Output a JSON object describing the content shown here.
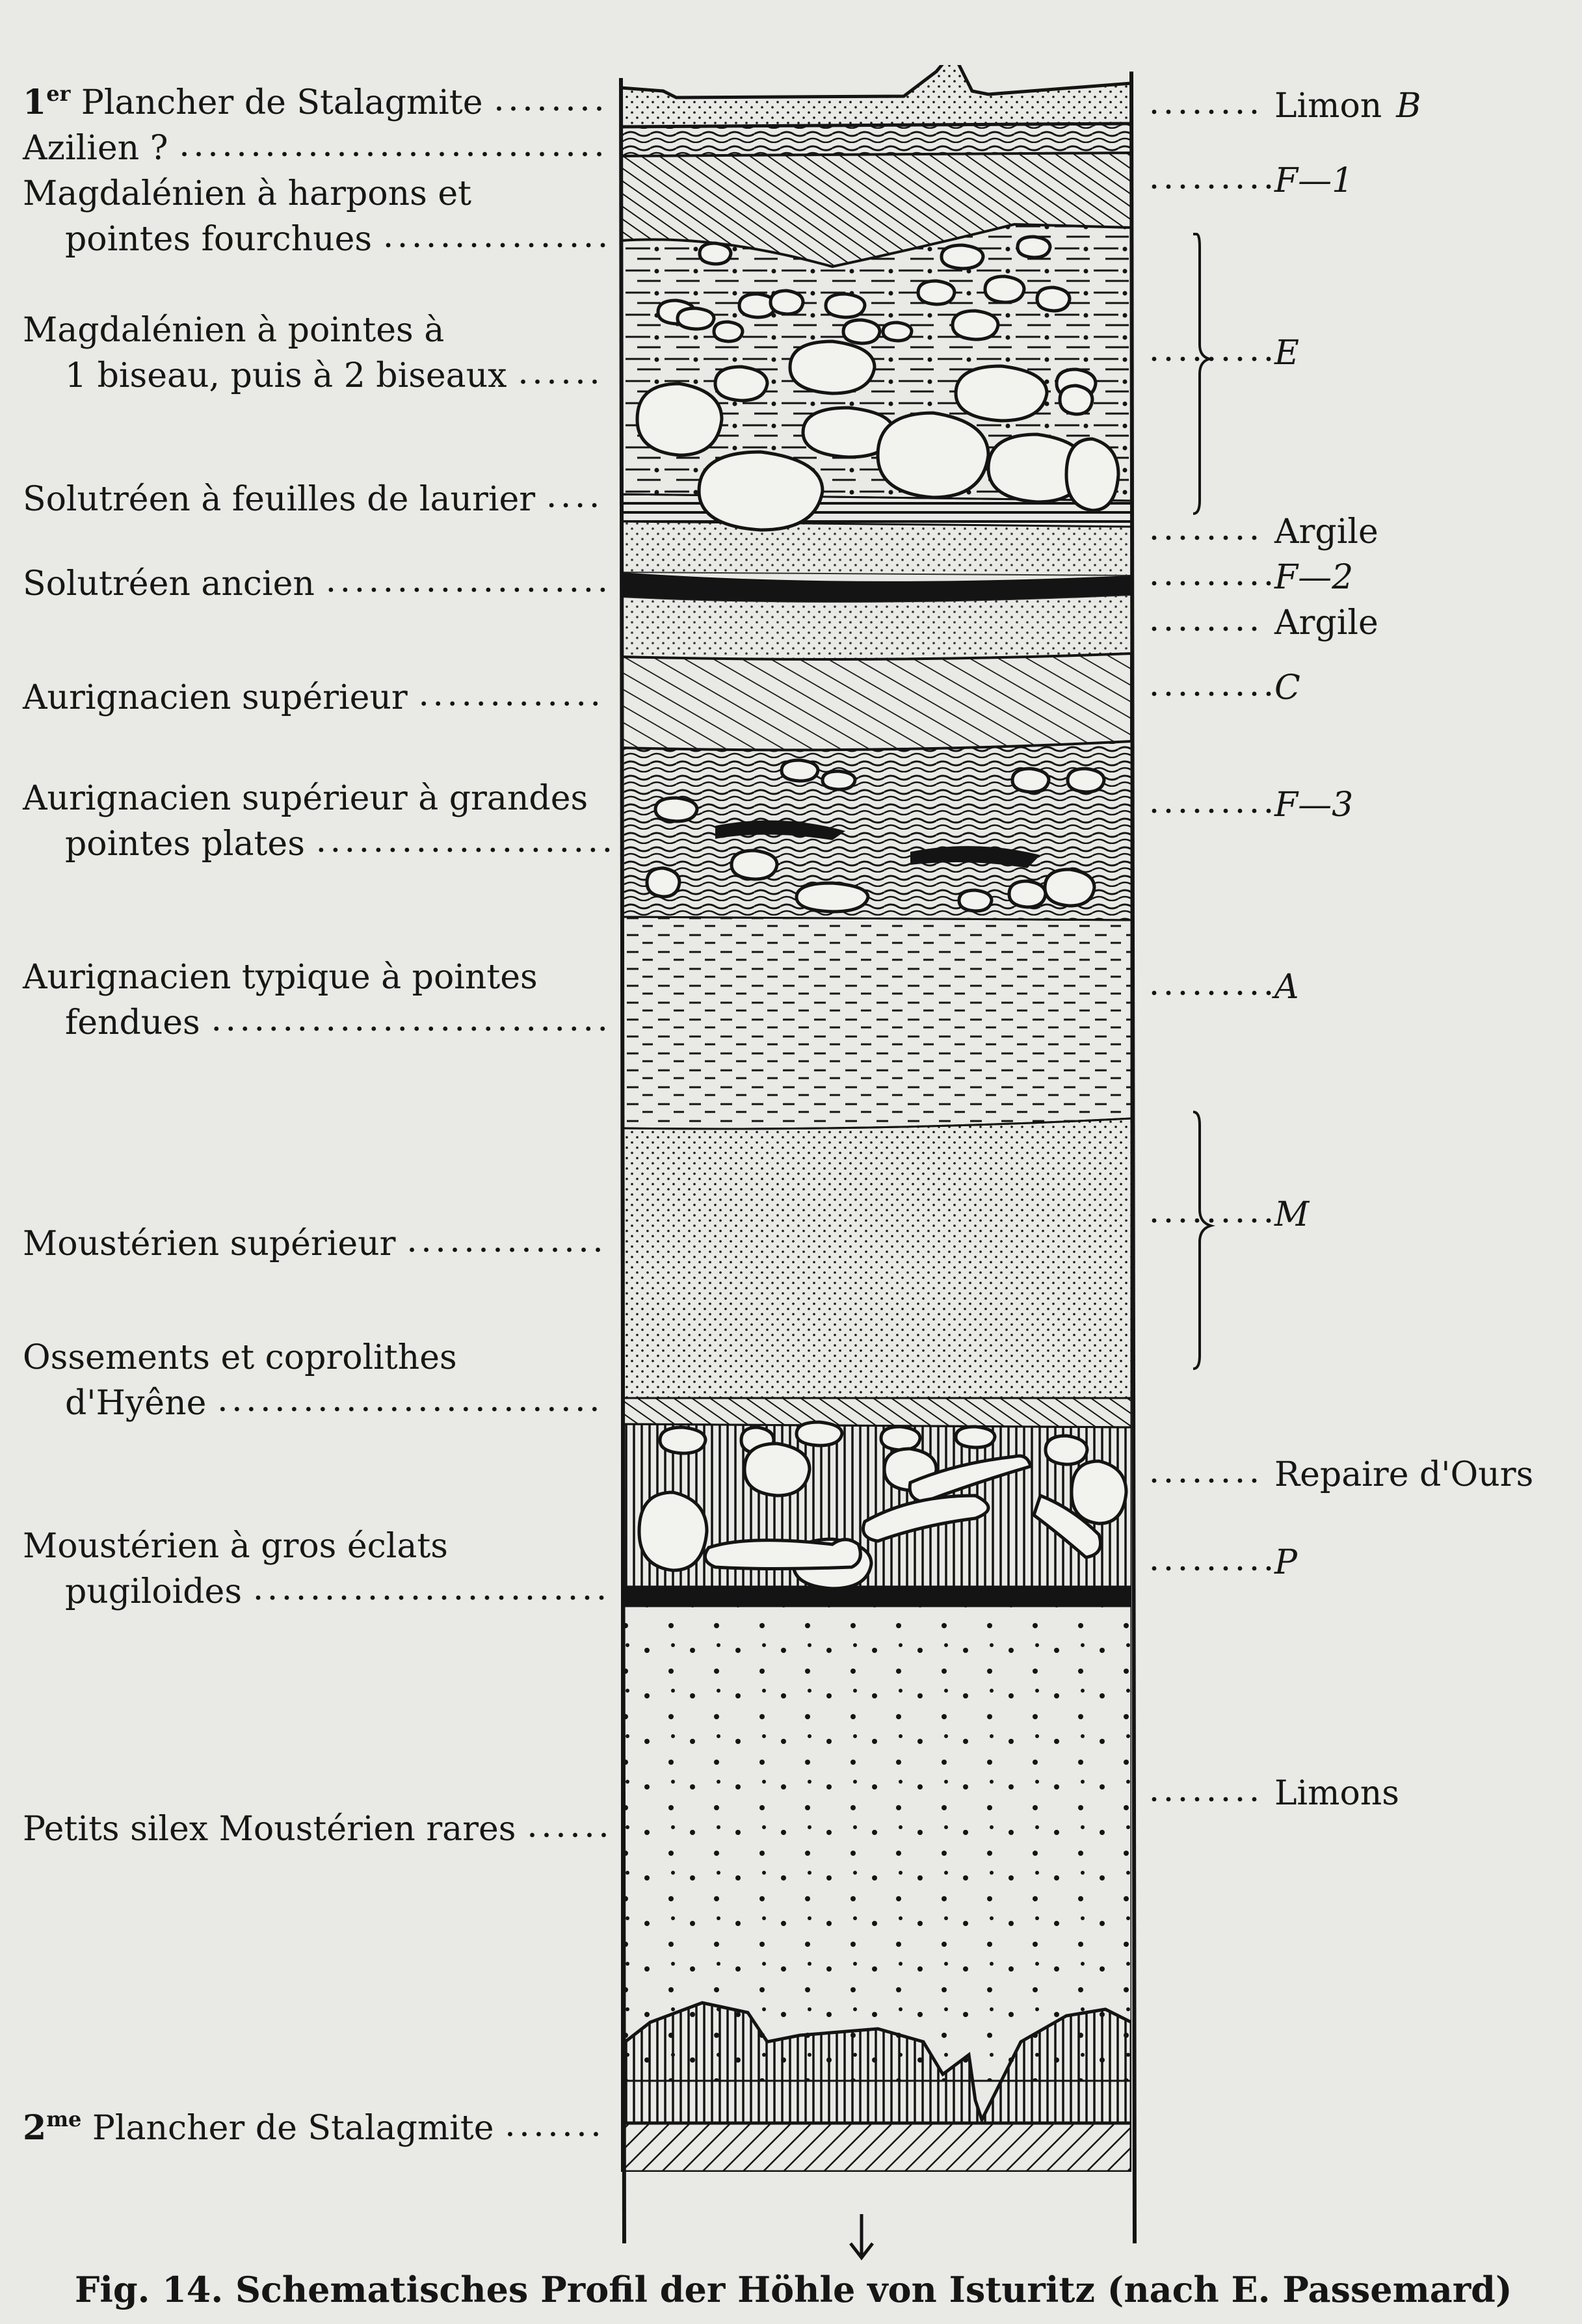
{
  "figure": {
    "caption": "Fig. 14. Schematisches Profil der Höhle von Isturitz (nach E. Passemard)"
  },
  "left_labels": [
    {
      "lines": [
        {
          "prefix": "1",
          "sup": "er",
          "rest": " Plancher de Stalagmite"
        }
      ]
    },
    {
      "lines": [
        {
          "rest": "Azilien ?"
        }
      ]
    },
    {
      "lines": [
        {
          "rest": "Magdalénien à harpons et"
        },
        {
          "rest": "pointes fourchues"
        }
      ]
    },
    {
      "lines": [
        {
          "rest": "Magdalénien à pointes à"
        },
        {
          "rest": "1 biseau, puis à 2 biseaux"
        }
      ]
    },
    {
      "lines": [
        {
          "rest": "Solutréen à feuilles de laurier"
        }
      ]
    },
    {
      "lines": [
        {
          "rest": "Solutréen ancien"
        }
      ]
    },
    {
      "lines": [
        {
          "rest": "Aurignacien supérieur"
        }
      ]
    },
    {
      "lines": [
        {
          "rest": "Aurignacien supérieur à grandes"
        },
        {
          "rest": "pointes plates"
        }
      ]
    },
    {
      "lines": [
        {
          "rest": "Aurignacien typique à pointes"
        },
        {
          "rest": "fendues"
        }
      ]
    },
    {
      "lines": [
        {
          "rest": "Moustérien supérieur"
        }
      ]
    },
    {
      "lines": [
        {
          "rest": "Ossements et coprolithes"
        },
        {
          "rest": "d'Hyêne"
        }
      ]
    },
    {
      "lines": [
        {
          "rest": "Moustérien à gros éclats"
        },
        {
          "rest": "pugiloides"
        }
      ]
    },
    {
      "lines": [
        {
          "rest": "Petits silex Moustérien rares"
        }
      ]
    },
    {
      "lines": [
        {
          "prefix": "2",
          "sup": "me",
          "rest": " Plancher de Stalagmite"
        }
      ]
    }
  ],
  "right_labels": [
    {
      "text": "Limon",
      "italic": "B"
    },
    {
      "text": "",
      "italic": "F—1"
    },
    {
      "text": "",
      "italic": "E"
    },
    {
      "text": "Argile",
      "italic": ""
    },
    {
      "text": "",
      "italic": "F—2"
    },
    {
      "text": "Argile",
      "italic": ""
    },
    {
      "text": "",
      "italic": "C"
    },
    {
      "text": "",
      "italic": "F—3"
    },
    {
      "text": "",
      "italic": "A"
    },
    {
      "text": "",
      "italic": "M"
    },
    {
      "text": "Repaire d'Ours",
      "italic": ""
    },
    {
      "text": "",
      "italic": "P"
    },
    {
      "text": "Limons",
      "italic": ""
    }
  ],
  "colors": {
    "ink": "#141414",
    "paper": "#e9e9e5"
  }
}
